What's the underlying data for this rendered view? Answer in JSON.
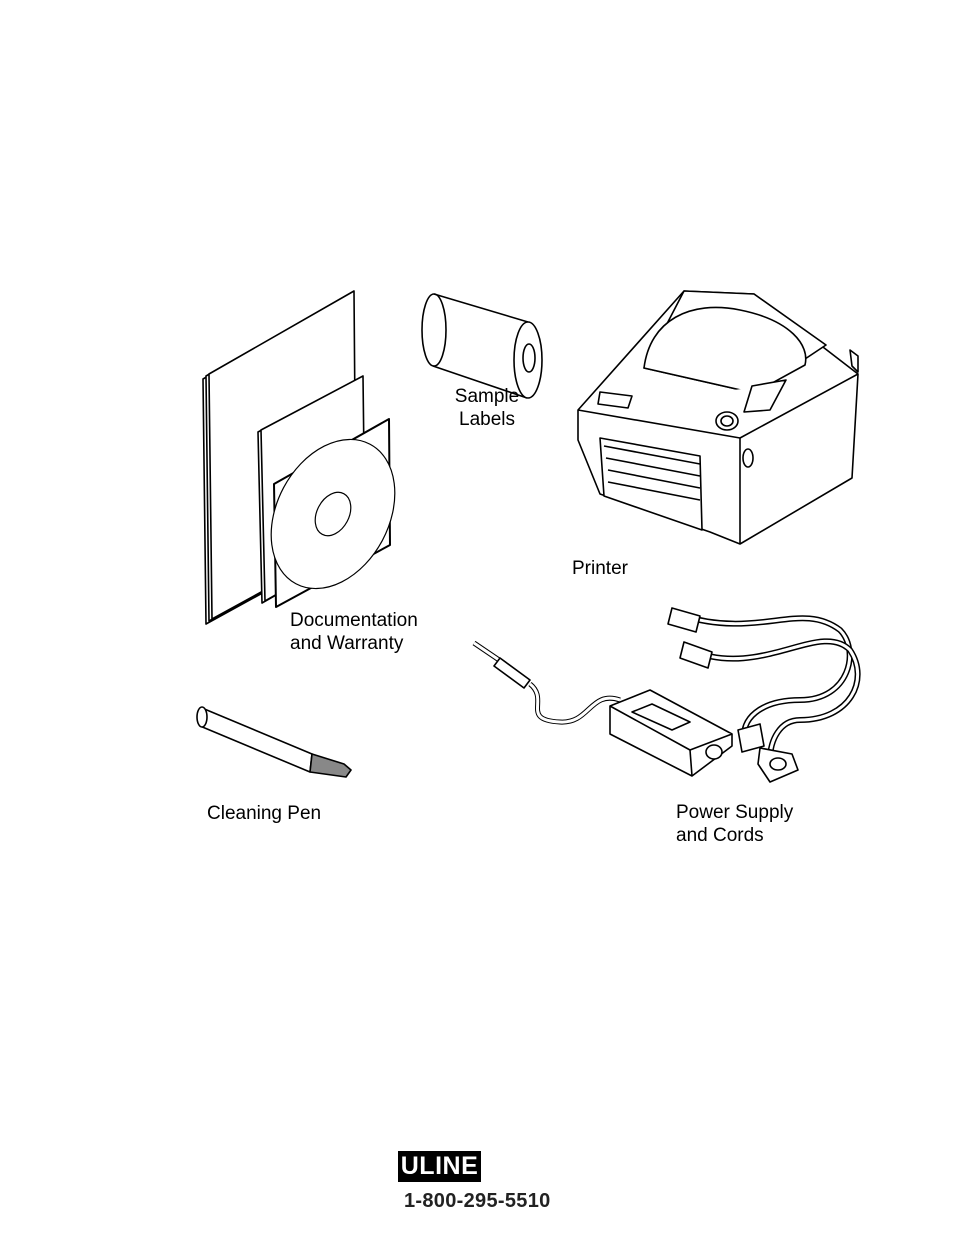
{
  "items": {
    "sample_labels": {
      "line1": "Sample",
      "line2": "Labels"
    },
    "printer": {
      "label": "Printer"
    },
    "documentation": {
      "line1": "Documentation",
      "line2": "and Warranty"
    },
    "cleaning_pen": {
      "label": "Cleaning Pen"
    },
    "power_supply": {
      "line1": "Power Supply",
      "line2": "and Cords"
    }
  },
  "footer": {
    "logo": "ULINE",
    "phone": "1-800-295-5510"
  }
}
